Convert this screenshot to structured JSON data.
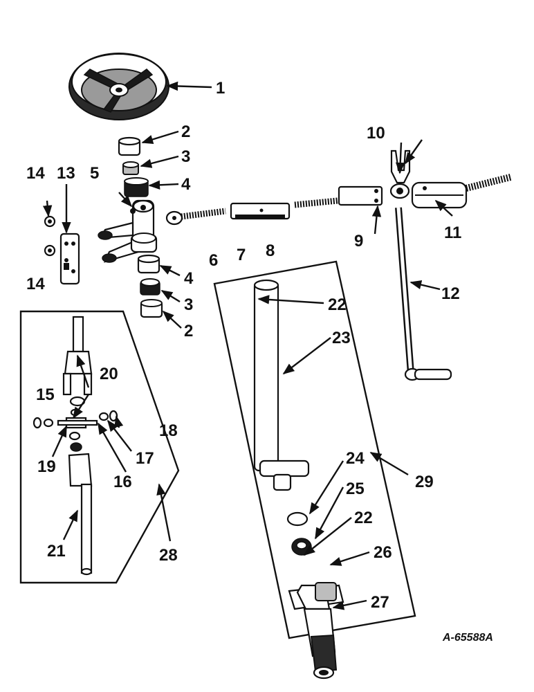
{
  "diagram": {
    "drawing_code": "A-65588A",
    "callouts": {
      "c1": "1",
      "c2a": "2",
      "c3a": "3",
      "c4a": "4",
      "c5": "5",
      "c6": "6",
      "c7": "7",
      "c8": "8",
      "c9": "9",
      "c10": "10",
      "c11": "11",
      "c12": "12",
      "c13": "13",
      "c14a": "14",
      "c14b": "14",
      "c4b": "4",
      "c3b": "3",
      "c2b": "2",
      "c15": "15",
      "c16": "16",
      "c17": "17",
      "c18": "18",
      "c19": "19",
      "c20": "20",
      "c21": "21",
      "c28": "28",
      "c22a": "22",
      "c23": "23",
      "c24": "24",
      "c25": "25",
      "c22b": "22",
      "c26": "26",
      "c27": "27",
      "c29": "29"
    }
  }
}
